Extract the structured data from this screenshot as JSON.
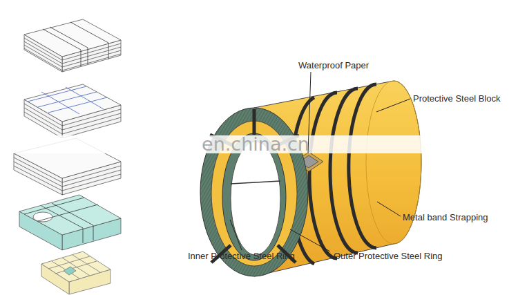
{
  "diagram": {
    "labels": [
      "Waterproof Paper",
      "Protective Steel Block",
      "en.china.cn",
      "Metal band Strapping",
      "Inner Protective Steel Ring",
      "Outer Protective Steel Ring"
    ]
  }
}
